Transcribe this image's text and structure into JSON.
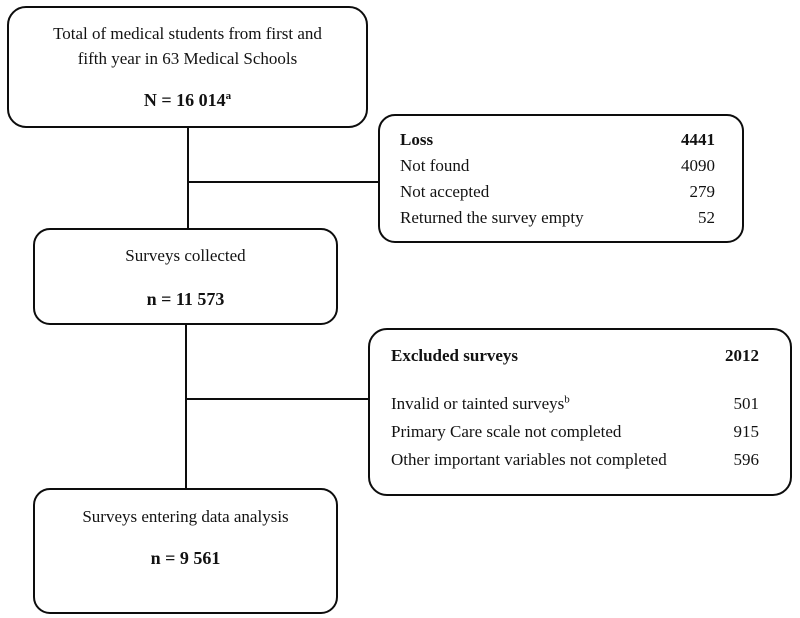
{
  "colors": {
    "border": "#0d0d0d",
    "text": "#121212",
    "background": "#ffffff"
  },
  "boxes": {
    "total": {
      "line1": "Total of medical students from first and",
      "line2": "fifth year in 63 Medical Schools",
      "count": "N = 16 014",
      "count_sup": "a"
    },
    "loss": {
      "title": "Loss",
      "total": "4441",
      "rows": [
        {
          "label": "Not found",
          "value": "4090"
        },
        {
          "label": "Not accepted",
          "value": "279"
        },
        {
          "label": "Returned the survey empty",
          "value": "52"
        }
      ]
    },
    "collected": {
      "title": "Surveys collected",
      "count": "n = 11 573"
    },
    "excluded": {
      "title": "Excluded surveys",
      "total": "2012",
      "rows": [
        {
          "label": "Invalid or tainted surveys",
          "sup": "b",
          "value": "501"
        },
        {
          "label": "Primary Care scale not completed",
          "sup": "",
          "value": "915"
        },
        {
          "label": "Other important variables not completed",
          "sup": "",
          "value": "596"
        }
      ]
    },
    "analysis": {
      "title": "Surveys entering data analysis",
      "count": "n = 9 561"
    }
  }
}
